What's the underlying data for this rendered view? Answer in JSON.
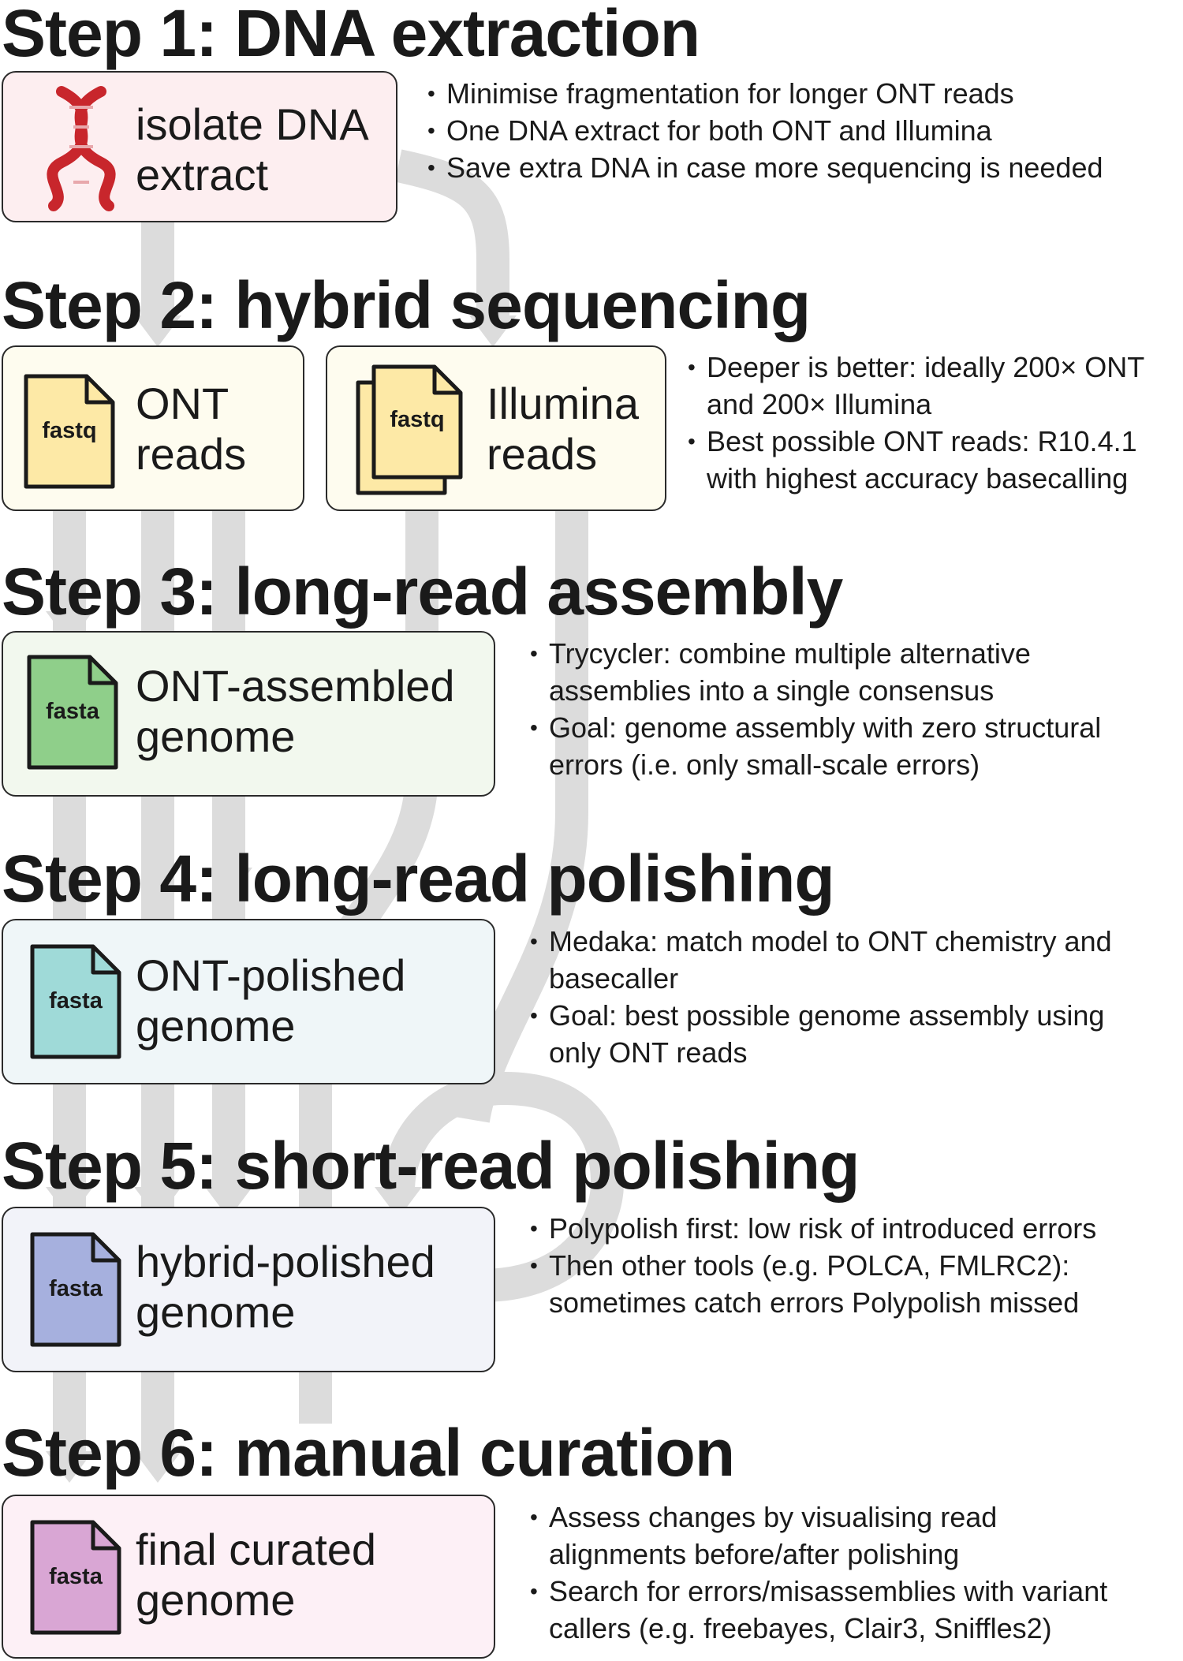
{
  "steps": [
    {
      "heading": "Step 1: DNA extraction",
      "box": {
        "label_line1": "isolate DNA",
        "label_line2": "extract",
        "icon": "dna-helix-icon"
      },
      "notes": [
        "Minimise fragmentation for longer ONT reads",
        "One DNA extract for both ONT and Illumina",
        "Save extra DNA in case more sequencing is needed"
      ]
    },
    {
      "heading": "Step 2: hybrid sequencing",
      "boxes": [
        {
          "label_line1": "ONT",
          "label_line2": "reads",
          "file_label": "fastq",
          "icon": "fastq-file-icon"
        },
        {
          "label_line1": "Illumina",
          "label_line2": "reads",
          "file_label": "fastq",
          "icon": "paired-fastq-files-icon"
        }
      ],
      "notes": [
        {
          "line1": "Deeper is better: ideally 200× ONT",
          "line2": "and 200× Illumina"
        },
        {
          "line1": "Best possible ONT reads: R10.4.1",
          "line2": "with highest accuracy basecalling"
        }
      ]
    },
    {
      "heading": "Step 3: long-read assembly",
      "box": {
        "label_line1": "ONT-assembled",
        "label_line2": "genome",
        "file_label": "fasta",
        "icon": "fasta-file-icon"
      },
      "notes": [
        {
          "line1": "Trycycler: combine multiple alternative",
          "line2": "assemblies into a single consensus"
        },
        {
          "line1": "Goal: genome assembly with zero structural",
          "line2": "errors (i.e. only small-scale errors)"
        }
      ]
    },
    {
      "heading": "Step 4: long-read polishing",
      "box": {
        "label_line1": "ONT-polished",
        "label_line2": "genome",
        "file_label": "fasta",
        "icon": "fasta-file-icon"
      },
      "notes": [
        {
          "line1": "Medaka: match model to ONT chemistry and",
          "line2": "basecaller"
        },
        {
          "line1": "Goal: best possible genome assembly using",
          "line2": "only ONT reads"
        }
      ]
    },
    {
      "heading": "Step 5: short-read polishing",
      "box": {
        "label_line1": "hybrid-polished",
        "label_line2": "genome",
        "file_label": "fasta",
        "icon": "fasta-file-icon"
      },
      "notes": [
        {
          "line1": "Polypolish first: low risk of introduced errors"
        },
        {
          "line1": "Then other tools (e.g. POLCA, FMLRC2):",
          "line2": "sometimes catch errors Polypolish missed"
        }
      ]
    },
    {
      "heading": "Step 6: manual curation",
      "box": {
        "label_line1": "final curated",
        "label_line2": "genome",
        "file_label": "fasta",
        "icon": "fasta-file-icon"
      },
      "notes": [
        {
          "line1": "Assess changes by visualising read",
          "line2": "alignments before/after polishing"
        },
        {
          "line1": "Search for errors/misassemblies with variant",
          "line2": "callers (e.g. freebayes, Clair3, Sniffles2)"
        }
      ]
    }
  ],
  "colors": {
    "flow_arrow": "#dcdcdc",
    "step1_box": "#fdeef0",
    "step2_box": "#fefcef",
    "step3_box": "#f2f8ee",
    "step4_box": "#eff6f8",
    "step5_box": "#f2f3f9",
    "step6_box": "#fdf0f6",
    "fastq_file": "#fde9a6",
    "step3_file": "#8fcf8a",
    "step4_file": "#9fdad8",
    "step5_file": "#a6b0de",
    "step6_file": "#d9a6d4",
    "dna": "#c8262c"
  }
}
